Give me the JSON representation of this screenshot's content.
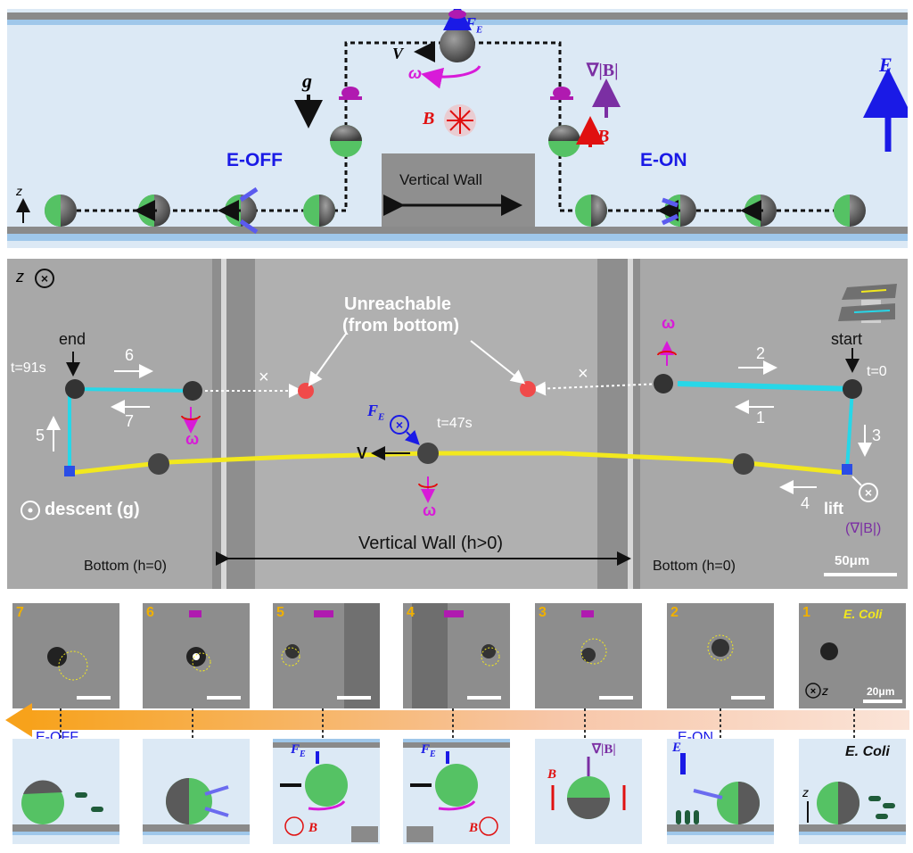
{
  "top": {
    "vertical_wall": "Vertical Wall",
    "e_off": "E-OFF",
    "e_on": "E-ON",
    "g": "g",
    "e_axis": "E",
    "z": "z",
    "B": "B",
    "V": "V",
    "omega": "ω",
    "fe": "F",
    "fe_sub": "E",
    "grad_b": "∇|B|"
  },
  "micro": {
    "z_label": "z",
    "unreachable": "Unreachable",
    "from_bottom": "(from bottom)",
    "end": "end",
    "start": "start",
    "t91": "t=91s",
    "t0": "t=0",
    "t47": "t=47s",
    "steps": [
      "1",
      "2",
      "3",
      "4",
      "5",
      "6",
      "7"
    ],
    "x_mark": "×",
    "fe": "F",
    "fe_sub": "E",
    "V": "V",
    "omega": "ω",
    "descent": "descent (g)",
    "lift": "lift",
    "grad_b": "(∇|B|)",
    "vertical_wall": "Vertical Wall (h>0)",
    "bottom_left": "Bottom (h=0)",
    "bottom_right": "Bottom (h=0)",
    "scale": "50μm"
  },
  "thumbs": [
    {
      "num": "7"
    },
    {
      "num": "6"
    },
    {
      "num": "5"
    },
    {
      "num": "4"
    },
    {
      "num": "3"
    },
    {
      "num": "2"
    },
    {
      "num": "1",
      "tag": "E. Coli",
      "scale": "20μm",
      "z": "z"
    }
  ],
  "bottom": {
    "e_off": "E-OFF",
    "e_on": "E-ON",
    "e_coli": "E. Coli",
    "fe": "F",
    "fe_sub": "E",
    "B": "B",
    "grad_b": "∇|B|",
    "E": "E",
    "z": "z"
  },
  "colors": {
    "blue": "#1a1ae6",
    "magenta": "#d81bd8",
    "red": "#e01010",
    "purple": "#7b2fa3",
    "cyan": "#27d7e8",
    "yellow": "#f2e81e",
    "green": "#55c264"
  }
}
